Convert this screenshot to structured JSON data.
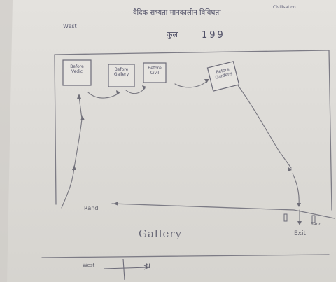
{
  "header": {
    "line1": "वैदिक सभ्यता मानकालीन विविधता",
    "line1_right": "Civilisation",
    "line2_prefix": "कुल",
    "line2_value": "199"
  },
  "compass_top": "West",
  "rooms": [
    {
      "label": "Before Vedic"
    },
    {
      "label": "Before Gallery"
    },
    {
      "label": "Before Civil"
    },
    {
      "label": "Before Gardens"
    }
  ],
  "entrance_label": "Rand",
  "exit_label": "Exit",
  "right_small": "Rand",
  "gallery_label": "Gallery",
  "bottom_compass": {
    "left": "West",
    "right": "N"
  }
}
